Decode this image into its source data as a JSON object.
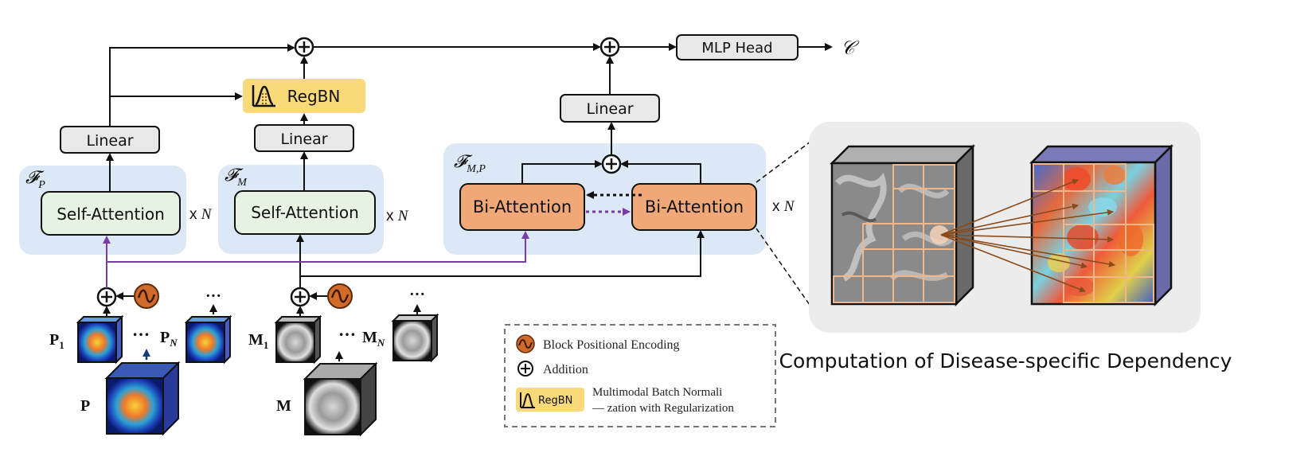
{
  "blocks": {
    "linear_p": "Linear",
    "linear_m": "Linear",
    "linear_mp": "Linear",
    "regbn": "RegBN",
    "mlp_head": "MLP Head",
    "self_attention_p": "Self-Attention",
    "self_attention_m": "Self-Attention",
    "bi_attention_left": "Bi-Attention",
    "bi_attention_right": "Bi-Attention"
  },
  "groups": {
    "fp": "𝓕",
    "fp_sub": "P",
    "fm": "𝓕",
    "fm_sub": "M",
    "fmp": "𝓕",
    "fmp_sub": "M,P",
    "repeat_x": "x",
    "repeat_n": "N"
  },
  "output_symbol": "𝒞",
  "inputs": {
    "p": "P",
    "m": "M",
    "p1": "P",
    "p1_sub": "1",
    "pn": "P",
    "pn_sub": "N",
    "m1": "M",
    "m1_sub": "1",
    "mn": "M",
    "mn_sub": "N",
    "ellipsis": "…",
    "vdots": "···"
  },
  "legend": {
    "positional": "Block Positional Encoding",
    "addition": "Addition",
    "regbn_chip": "RegBN",
    "regbn_desc_1": "Multimodal Batch Normali",
    "regbn_desc_2": "— zation with Regularization"
  },
  "panel_caption": "Computation of Disease-specific Dependency",
  "colors": {
    "group_fill": "#dce8f5",
    "attention_fill": "#e6f2e2",
    "bi_attention_fill": "#f0a878",
    "linear_fill": "#e8e8e8",
    "regbn_fill": "#f9d97a",
    "posenc_fill": "#d26a2a",
    "purple_arrow": "#7a3aa8",
    "panel_fill": "#ececec",
    "dep_arrow": "#8a4a1a"
  }
}
